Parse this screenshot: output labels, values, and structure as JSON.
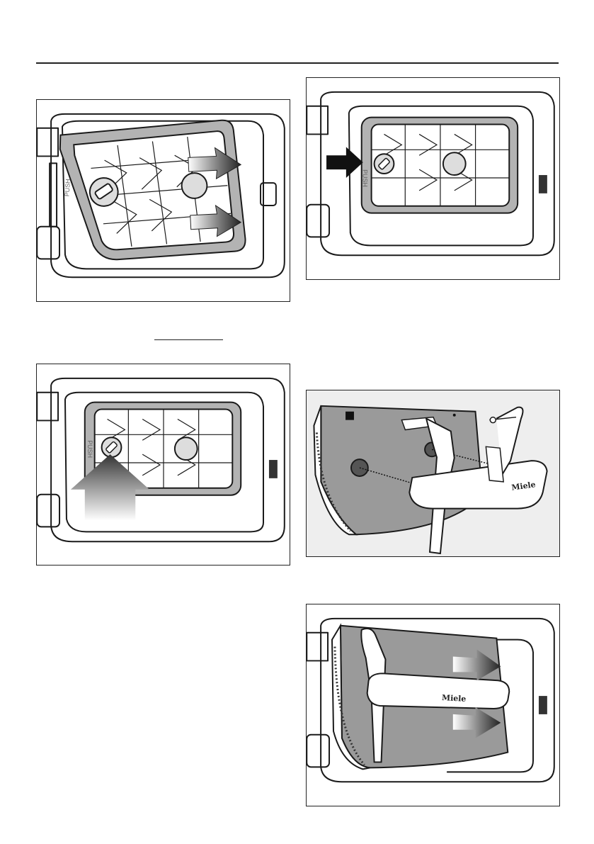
{
  "figures": [
    {
      "id": "fig-1",
      "push_label": "PUSH"
    },
    {
      "id": "fig-2",
      "push_label": "PUSH"
    },
    {
      "id": "fig-3",
      "push_label": "PUSH"
    },
    {
      "id": "fig-4",
      "brand_label": "Miele"
    },
    {
      "id": "fig-5",
      "brand_label": "Miele"
    }
  ],
  "colors": {
    "line": "#1a1a1a",
    "frame": "#b3b3b3",
    "shield": "#9a9a9a",
    "arrow_dark": "#111111"
  }
}
